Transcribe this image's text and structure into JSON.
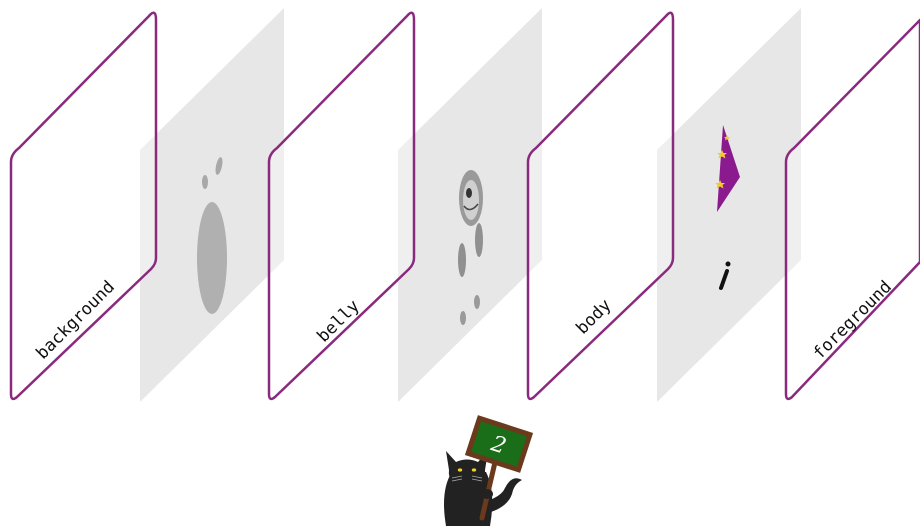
{
  "layers": [
    {
      "id": "background",
      "label": "background"
    },
    {
      "id": "belly",
      "label": "belly"
    },
    {
      "id": "body",
      "label": "body"
    },
    {
      "id": "foreground",
      "label": "foreground"
    }
  ],
  "sign": {
    "text": "2"
  },
  "colors": {
    "layer_outline": "#8a2a7e",
    "gray_plane": "#e7e7e7",
    "shape_gray": "#b0b0b0",
    "hat_purple": "#8b1a8e",
    "star_yellow": "#f5c83a",
    "board_green": "#1a6e1a",
    "board_frame": "#6b3a1c",
    "cat": "#222222"
  }
}
